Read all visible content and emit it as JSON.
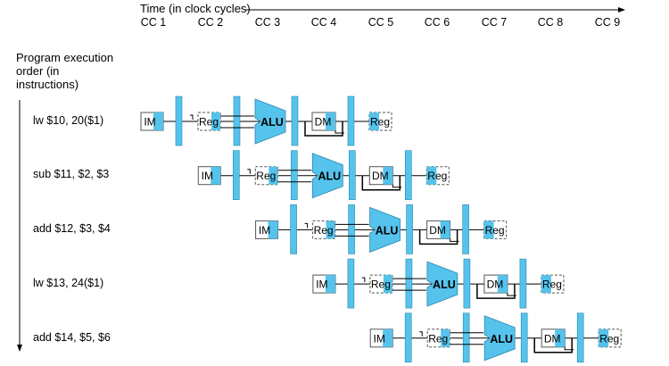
{
  "time_label": "Time (in clock cycles)",
  "order_label": "Program execution order (in instructions)",
  "clock_cycles": [
    "CC 1",
    "CC 2",
    "CC 3",
    "CC 4",
    "CC 5",
    "CC 6",
    "CC 7",
    "CC 8",
    "CC 9"
  ],
  "instructions": [
    "lw $10, 20($1)",
    "sub $11, $2, $3",
    "add $12, $3, $4",
    "lw $13, 24($1)",
    "add $14, $5, $6"
  ],
  "stages": {
    "im": "IM",
    "reg": "Reg",
    "alu": "ALU",
    "dm": "DM"
  },
  "colors": {
    "accent": "#55c3ec",
    "line": "#000000",
    "box_border": "#555555"
  }
}
